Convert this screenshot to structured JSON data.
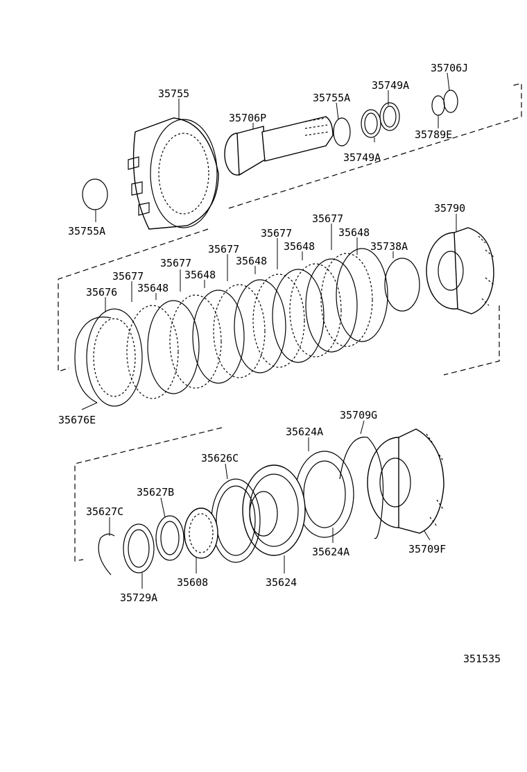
{
  "diagram_id": "351535",
  "labels": {
    "p35706J": "35706J",
    "p35749A_top": "35749A",
    "p35755": "35755",
    "p35755A_top": "35755A",
    "p35706P": "35706P",
    "p35789E": "35789E",
    "p35749A_bot": "35749A",
    "p35755A_left": "35755A",
    "p35790": "35790",
    "p35677_a": "35677",
    "p35648_a": "35648",
    "p35677_b": "35677",
    "p35648_b": "35648",
    "p35738A": "35738A",
    "p35677_c": "35677",
    "p35648_c": "35648",
    "p35677_d": "35677",
    "p35648_d": "35648",
    "p35677_e": "35677",
    "p35676": "35676",
    "p35648_e": "35648",
    "p35676E": "35676E",
    "p35709G": "35709G",
    "p35624A_top": "35624A",
    "p35626C": "35626C",
    "p35627B": "35627B",
    "p35627C": "35627C",
    "p35624A_bot": "35624A",
    "p35709F": "35709F",
    "p35608": "35608",
    "p35624": "35624",
    "p35729A": "35729A"
  }
}
